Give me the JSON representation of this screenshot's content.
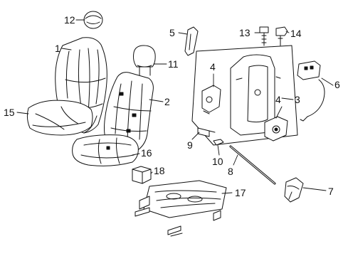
{
  "diagram": {
    "colors": {
      "ink": "#111111",
      "paper": "#ffffff",
      "shade": "#d9d9d9"
    },
    "callouts": {
      "c1": "1",
      "c2": "2",
      "c3": "3",
      "c4a": "4",
      "c4b": "4",
      "c5": "5",
      "c6": "6",
      "c7": "7",
      "c8": "8",
      "c9": "9",
      "c10": "10",
      "c11": "11",
      "c12": "12",
      "c13": "13",
      "c14": "14",
      "c15": "15",
      "c16": "16",
      "c17": "17",
      "c18": "18"
    }
  }
}
